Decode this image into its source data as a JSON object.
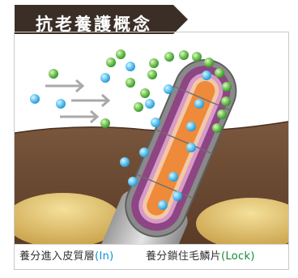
{
  "header": {
    "title": "抗老養護概念"
  },
  "captions": {
    "in": {
      "text": "養分進入皮質層",
      "tag": "(In)"
    },
    "lock": {
      "text": "養分鎖住毛鱗片",
      "tag": "(Lock)"
    }
  },
  "colors": {
    "header_bg": "#3a2e26",
    "in_accent": "#0a8fd6",
    "lock_accent": "#17893a",
    "skin": "#6b4a33",
    "hair_shaft": "#8e4583",
    "hair_core": "#ee8a3a",
    "nutrient_blue": "#5cc4ef",
    "nutrient_green": "#5fbf43"
  }
}
